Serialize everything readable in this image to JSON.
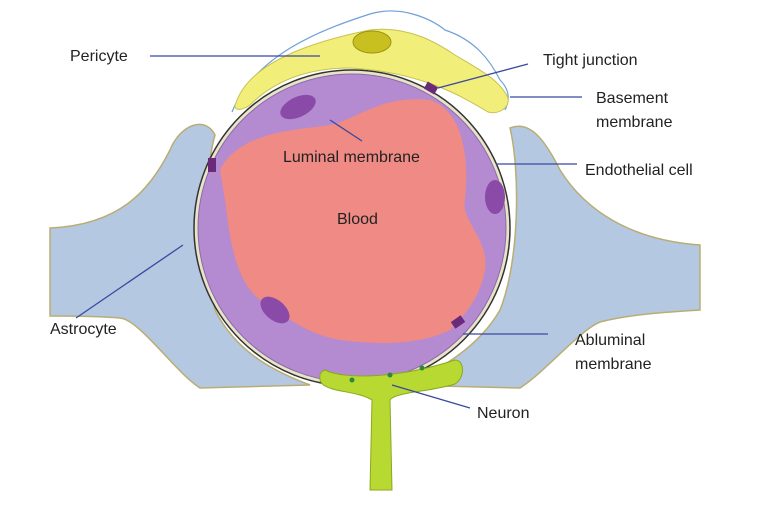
{
  "labels": {
    "pericyte": "Pericyte",
    "tight_junction": "Tight junction",
    "basement_line1": "Basement",
    "basement_line2": "membrane",
    "luminal": "Luminal membrane",
    "endothelial": "Endothelial cell",
    "blood": "Blood",
    "astrocyte": "Astrocyte",
    "abluminal_line1": "Abluminal",
    "abluminal_line2": "membrane",
    "neuron": "Neuron"
  },
  "colors": {
    "blood": "#f08a84",
    "endothelium": "#b48ad0",
    "nucleus": "#8a4aa8",
    "pericyte": "#f2ee7a",
    "astrocyte": "#b4c8e2",
    "neuron": "#b8d832",
    "leader_line": "#3a48a0"
  }
}
